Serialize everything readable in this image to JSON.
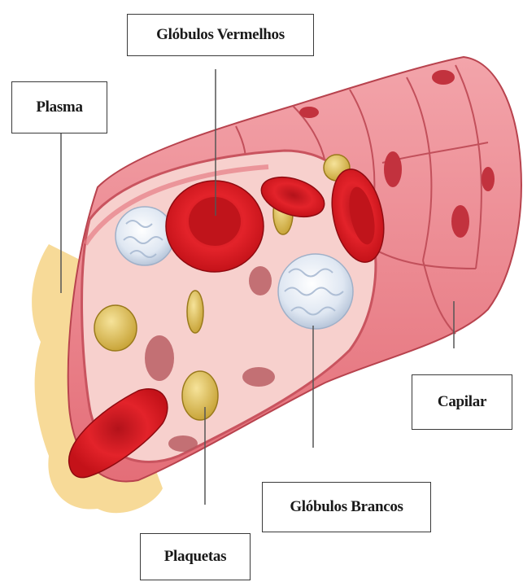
{
  "labels": {
    "red_cells": "Glóbulos Vermelhos",
    "plasma": "Plasma",
    "capillary": "Capilar",
    "white_cells": "Glóbulos Brancos",
    "platelets": "Plaquetas"
  },
  "colors": {
    "vessel_wall": "#e9707a",
    "vessel_wall_light": "#f4a9ae",
    "vessel_inner": "#f6cfcd",
    "red_cell": "#e01e24",
    "red_cell_dark": "#a80d14",
    "white_cell": "#e8eef6",
    "platelet": "#e3c55a",
    "plasma_splash": "#f6d486",
    "leader_line": "#555555"
  }
}
